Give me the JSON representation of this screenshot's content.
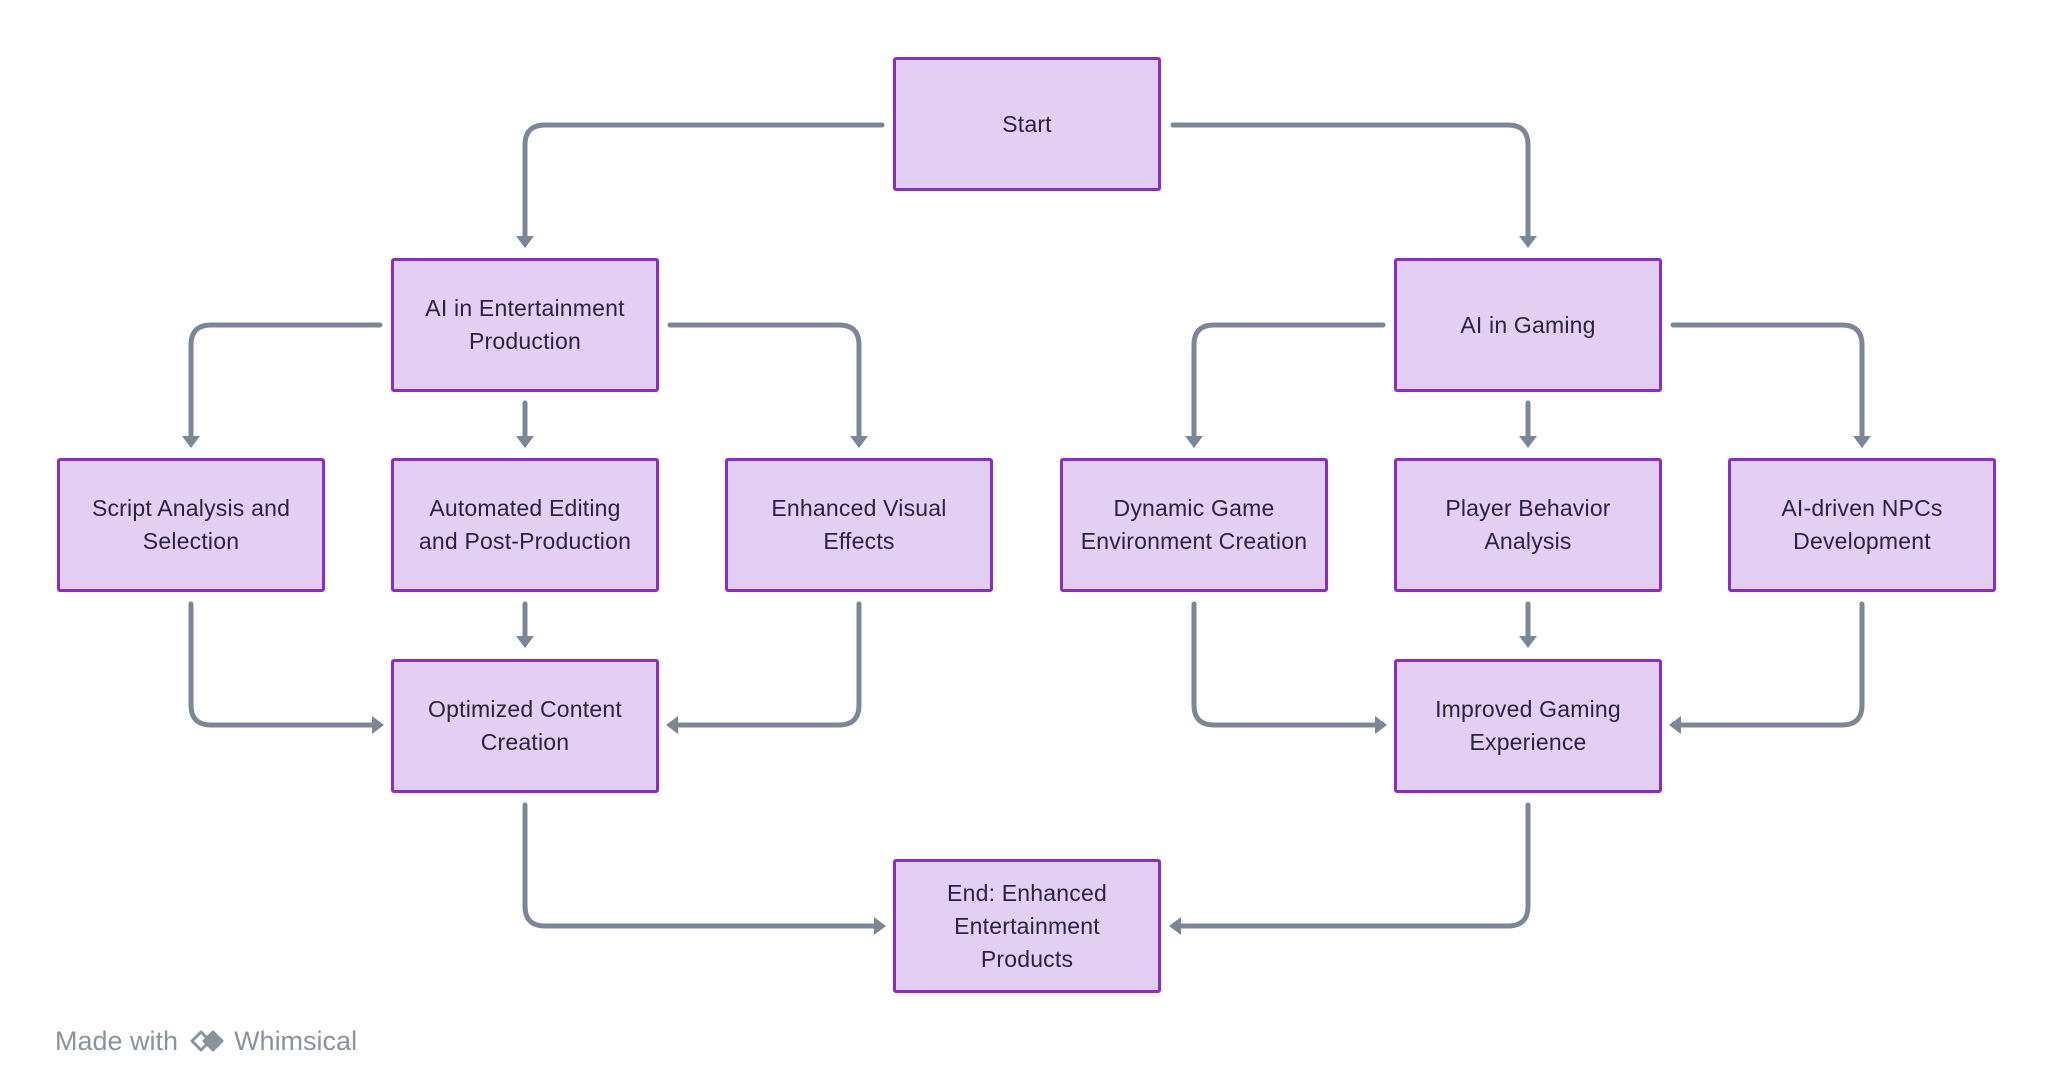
{
  "diagram": {
    "nodes": {
      "start": "Start",
      "entertainment": "AI in Entertainment Production",
      "gaming": "AI in Gaming",
      "script": "Script Analysis and Selection",
      "editing": "Automated Editing and Post-Production",
      "vfx": "Enhanced Visual Effects",
      "dynamic_env": "Dynamic Game Environment Creation",
      "player_behavior": "Player Behavior Analysis",
      "npcs": "AI-driven NPCs Development",
      "content_creation": "Optimized Content Creation",
      "gaming_experience": "Improved Gaming Experience",
      "end": "End: Enhanced Entertainment Products"
    },
    "edges": [
      {
        "from": "start",
        "to": "entertainment"
      },
      {
        "from": "start",
        "to": "gaming"
      },
      {
        "from": "entertainment",
        "to": "script"
      },
      {
        "from": "entertainment",
        "to": "editing"
      },
      {
        "from": "entertainment",
        "to": "vfx"
      },
      {
        "from": "gaming",
        "to": "dynamic_env"
      },
      {
        "from": "gaming",
        "to": "player_behavior"
      },
      {
        "from": "gaming",
        "to": "npcs"
      },
      {
        "from": "script",
        "to": "content_creation"
      },
      {
        "from": "editing",
        "to": "content_creation"
      },
      {
        "from": "vfx",
        "to": "content_creation"
      },
      {
        "from": "dynamic_env",
        "to": "gaming_experience"
      },
      {
        "from": "player_behavior",
        "to": "gaming_experience"
      },
      {
        "from": "npcs",
        "to": "gaming_experience"
      },
      {
        "from": "content_creation",
        "to": "end"
      },
      {
        "from": "gaming_experience",
        "to": "end"
      }
    ]
  },
  "footer": {
    "made_with": "Made with",
    "brand": "Whimsical",
    "logo_icon": "whimsical-logo-icon"
  },
  "colors": {
    "node_fill": "#e3cff3",
    "node_border": "#8a2cc9",
    "edge": "#7b8794",
    "text": "#2b2146"
  }
}
